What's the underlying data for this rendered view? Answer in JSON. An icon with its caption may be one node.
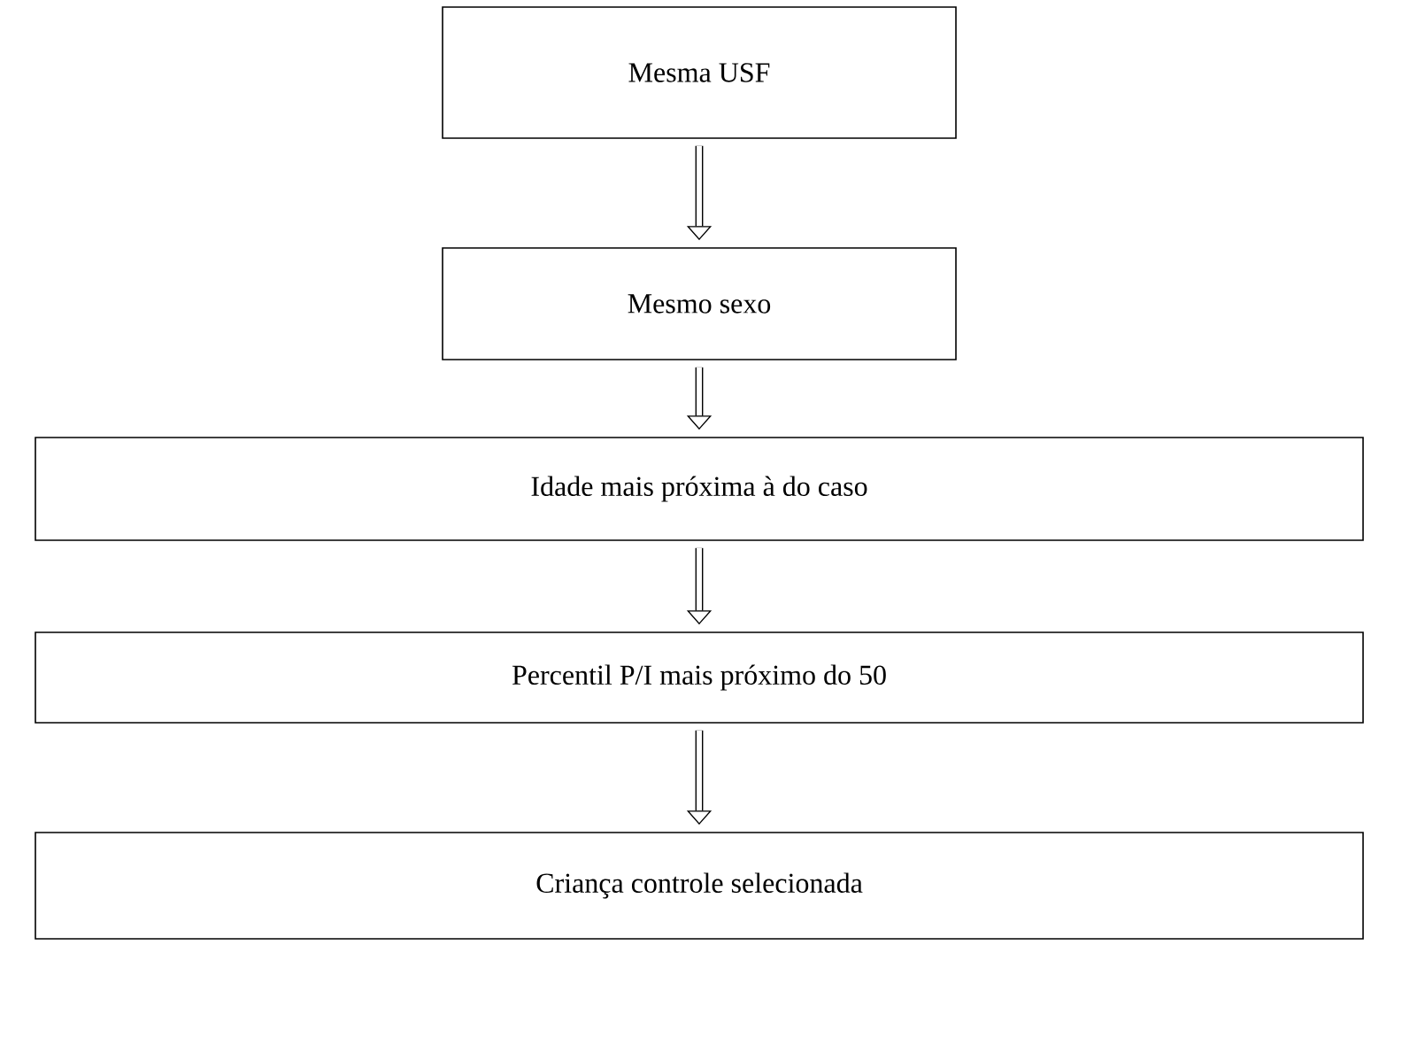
{
  "diagram": {
    "nodes": [
      {
        "text": [
          "Mesma USF"
        ]
      },
      {
        "text": [
          "Mesmo sexo"
        ]
      },
      {
        "text": [
          "Idade mais próxima à do caso"
        ]
      },
      {
        "text": [
          "Percentil P/I mais próximo do 50"
        ]
      },
      {
        "text": [
          "Criança controle selecionada"
        ]
      }
    ],
    "edges": [
      {
        "from": 0,
        "to": 1,
        "arrow": "to"
      },
      {
        "from": 1,
        "to": 2,
        "arrow": "to"
      },
      {
        "from": 2,
        "to": 3,
        "arrow": "to"
      },
      {
        "from": 3,
        "to": 4,
        "arrow": "to"
      }
    ]
  }
}
